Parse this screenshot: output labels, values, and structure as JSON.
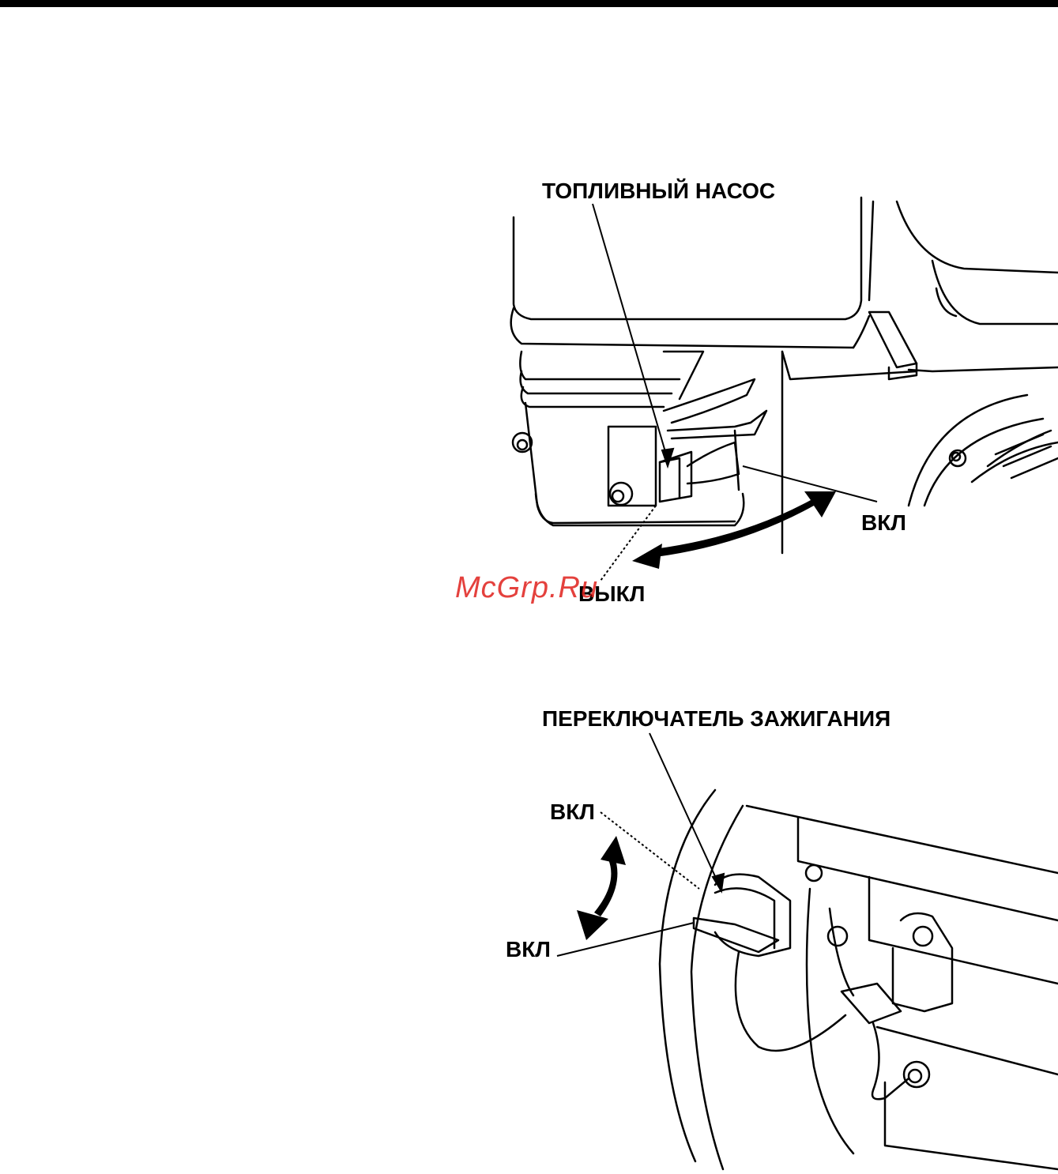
{
  "figure1": {
    "callout_label": "ТОПЛИВНЫЙ НАСОС",
    "on_label": "ВКЛ",
    "off_label": "ВЫКЛ"
  },
  "figure2": {
    "callout_label": "ПЕРЕКЛЮЧАТЕЛЬ ЗАЖИГАНИЯ",
    "upper_label": "ВКЛ",
    "lower_label": "ВКЛ"
  },
  "watermark": "McGrp.Ru",
  "colors": {
    "ink": "#000000",
    "watermark": "#e0201c",
    "paper": "#ffffff"
  }
}
